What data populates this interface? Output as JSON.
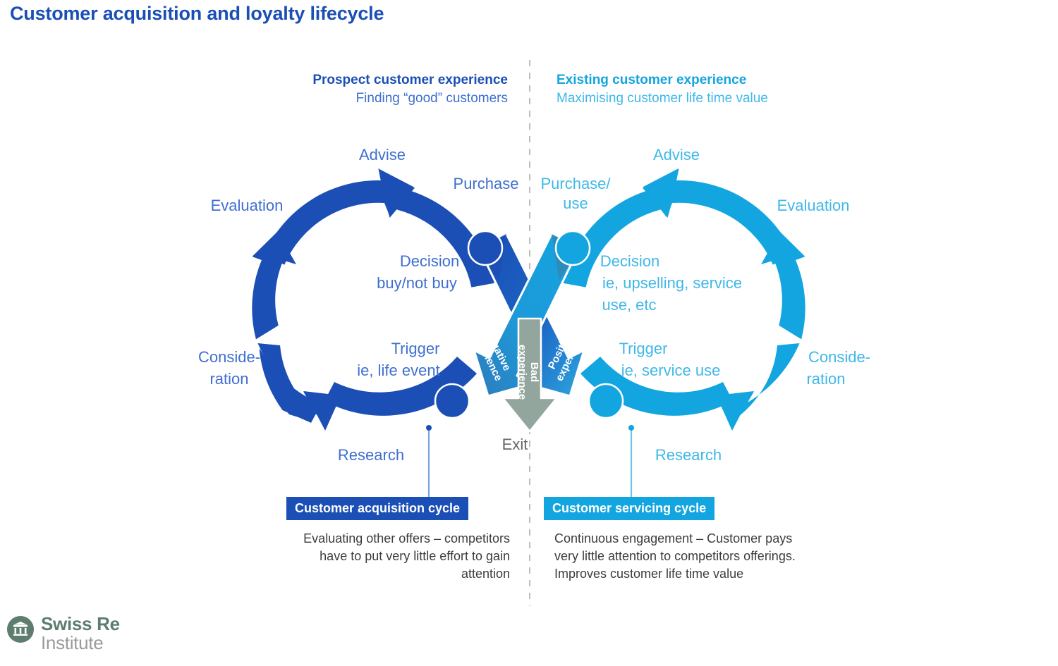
{
  "page_title": "Customer acquisition and loyalty lifecycle",
  "headers": {
    "left": {
      "title": "Prospect customer experience",
      "subtitle": "Finding “good” customers"
    },
    "right": {
      "title": "Existing customer experience",
      "subtitle": "Maximising customer life time value"
    }
  },
  "left_cycle": {
    "stages": {
      "advise": "Advise",
      "purchase": "Purchase",
      "evaluation": "Evaluation",
      "consideration": "Conside-\nration",
      "research": "Research"
    },
    "decision_l1": "Decision",
    "decision_l2": "buy/not buy",
    "trigger_l1": "Trigger",
    "trigger_l2": "ie, life event",
    "box_label": "Customer acquisition cycle",
    "description": "Evaluating other offers – competitors have to put very little effort to gain attention"
  },
  "right_cycle": {
    "stages": {
      "advise": "Advise",
      "purchase_l1": "Purchase/",
      "purchase_l2": "use",
      "evaluation": "Evaluation",
      "consideration": "Conside-\nration",
      "research": "Research"
    },
    "decision_l1": "Decision",
    "decision_l2": "ie, upselling, service",
    "decision_l3": "use, etc",
    "trigger_l1": "Trigger",
    "trigger_l2": "ie, service use",
    "box_label": "Customer servicing cycle",
    "description": "Continuous engagement – Customer pays very little attention to competitors offerings. Improves customer life time value"
  },
  "crossing": {
    "negative_l1": "Negative",
    "negative_l2": "experience",
    "positive_l1": "Positive",
    "positive_l2": "experience",
    "bad_l1": "Bad",
    "bad_l2": "experience",
    "exit": "Exit"
  },
  "logo": {
    "line1": "Swiss Re",
    "line2": "Institute",
    "icon": "temple-icon"
  },
  "colors": {
    "dark_blue": "#1b4fb5",
    "light_blue": "#13a5e0",
    "gray_arrow": "#93a69e",
    "exit_text": "#666666",
    "body_text": "#3c3c3c",
    "divider": "#bdbdbd",
    "logo_green": "#5d7d6e"
  }
}
